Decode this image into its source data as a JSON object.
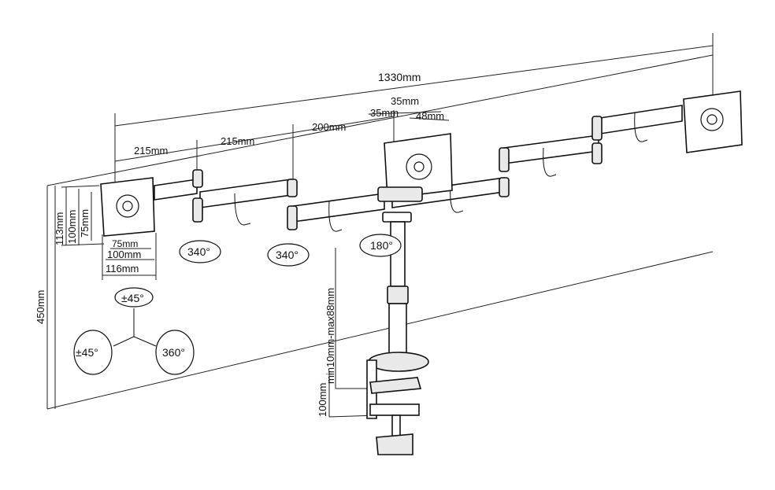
{
  "dimensions": {
    "total_width": "1330mm",
    "arm_segment_1": "215mm",
    "arm_segment_2": "215mm",
    "arm_segment_3": "200mm",
    "center_offset_a": "35mm",
    "center_offset_b": "35mm",
    "center_offset_c": "48mm",
    "pole_height": "450mm",
    "vesa_v_113": "113mm",
    "vesa_v_100": "100mm",
    "vesa_v_75": "75mm",
    "vesa_h_75": "75mm",
    "vesa_h_100": "100mm",
    "vesa_h_116": "116mm",
    "clamp_range": "min10mm-max88mm",
    "clamp_depth": "100mm"
  },
  "rotations": {
    "joint_1": "340°",
    "joint_2": "340°",
    "center": "180°",
    "tilt": "±45°",
    "swivel": "±45°",
    "rotate": "360°"
  }
}
